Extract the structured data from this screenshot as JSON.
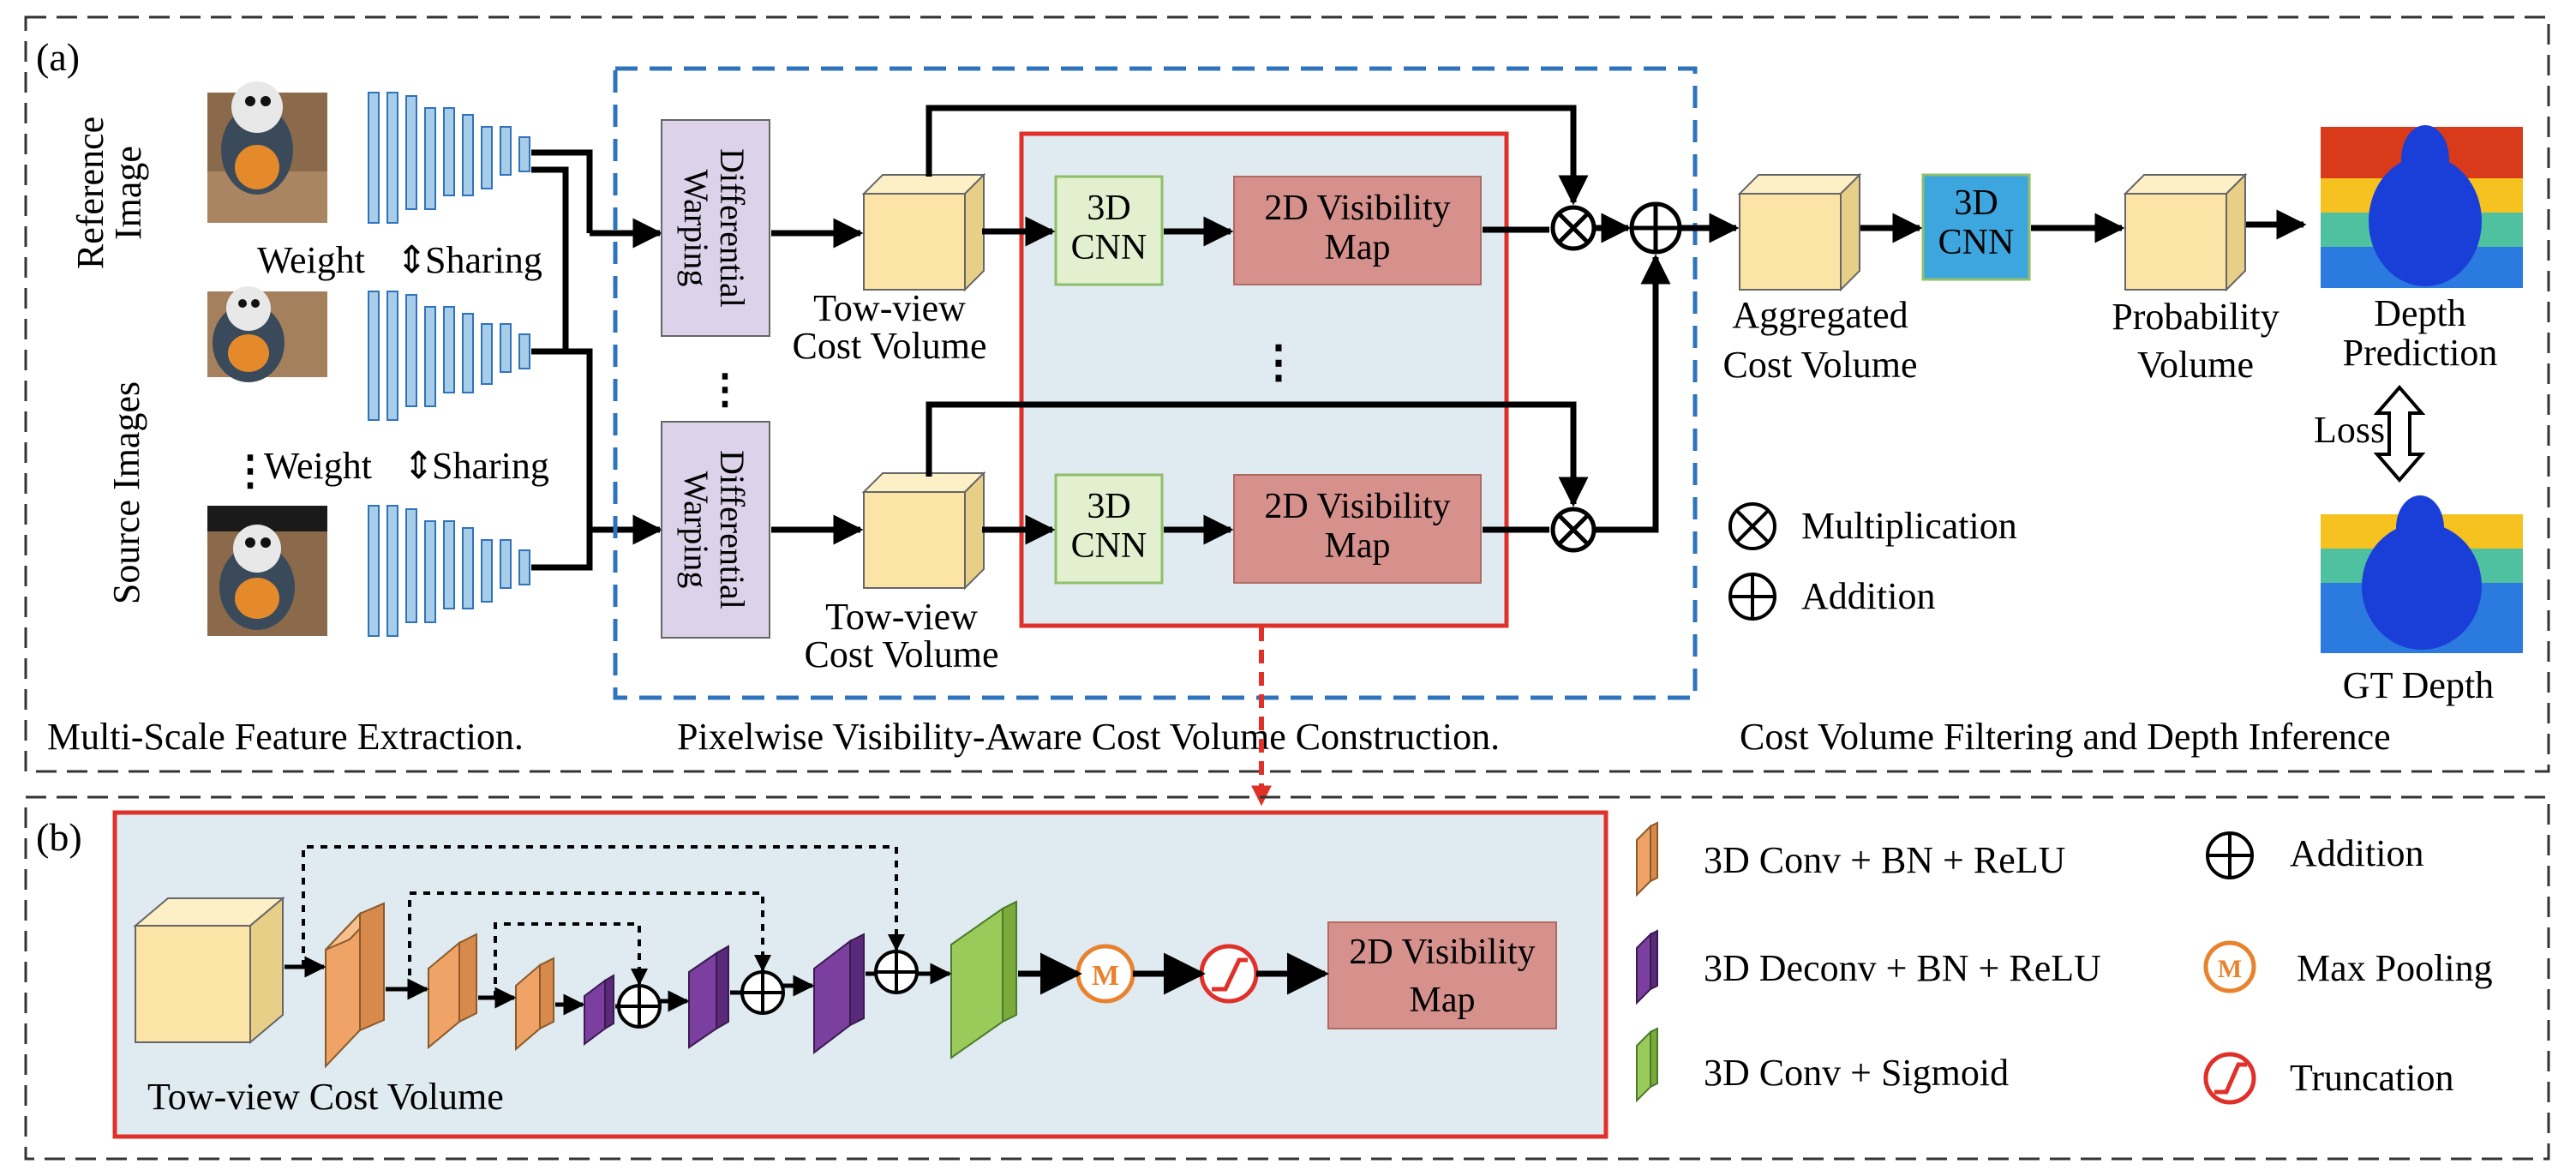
{
  "panel_a": {
    "label": "(a)",
    "section_feature": "Multi-Scale Feature Extraction.",
    "section_cost": "Pixelwise Visibility-Aware Cost Volume Construction.",
    "section_filter": "Cost Volume Filtering and Depth Inference",
    "reference_image_line1": "Reference",
    "reference_image_line2": "Image",
    "source_images": "Source Images",
    "weight_sharing_1": "Weight",
    "sharing_1": "Sharing",
    "weight_sharing_2": "Weight",
    "sharing_2": "Sharing",
    "differential_warping_line1": "Differential",
    "differential_warping_line2": "Warping",
    "two_view_line1": "Tow-view",
    "two_view_line2": "Cost Volume",
    "cnn3d_line1": "3D",
    "cnn3d_line2": "CNN",
    "vis_map_line1": "2D Visibility",
    "vis_map_line2": "Map",
    "aggregated_line1": "Aggregated",
    "aggregated_line2": "Cost Volume",
    "probability_line1": "Probability",
    "probability_line2": "Volume",
    "depth_pred_line1": "Depth",
    "depth_pred_line2": "Prediction",
    "loss": "Loss",
    "gt_depth": "GT Depth",
    "legend_mult": "Multiplication",
    "legend_add": "Addition"
  },
  "panel_b": {
    "label": "(b)",
    "two_view": "Tow-view Cost Volume",
    "max_pool_symbol": "M",
    "vis_map_line1": "2D Visibility",
    "vis_map_line2": "Map",
    "legend_conv": "3D Conv + BN + ReLU",
    "legend_deconv": "3D Deconv + BN + ReLU",
    "legend_sigmoid": "3D Conv + Sigmoid",
    "legend_add": "Addition",
    "legend_maxpool": "Max Pooling",
    "legend_trunc": "Truncation"
  },
  "colors": {
    "feature_bar": "#a8cde8",
    "cost_volume": "#fbe4a6",
    "warping_box": "#dcd3ea",
    "cnn_light": "#e2f0cf",
    "cnn_blue": "#3ea6df",
    "vis_map": "#d6918d",
    "blue_dash": "#2f73bd",
    "light_blue_bg": "#dfeaf1",
    "red": "#e0302a",
    "conv_orange": "#efa366",
    "deconv_purple": "#7b3fa0",
    "sigmoid_green": "#9acb5a",
    "maxpool_orange": "#e8822e"
  }
}
